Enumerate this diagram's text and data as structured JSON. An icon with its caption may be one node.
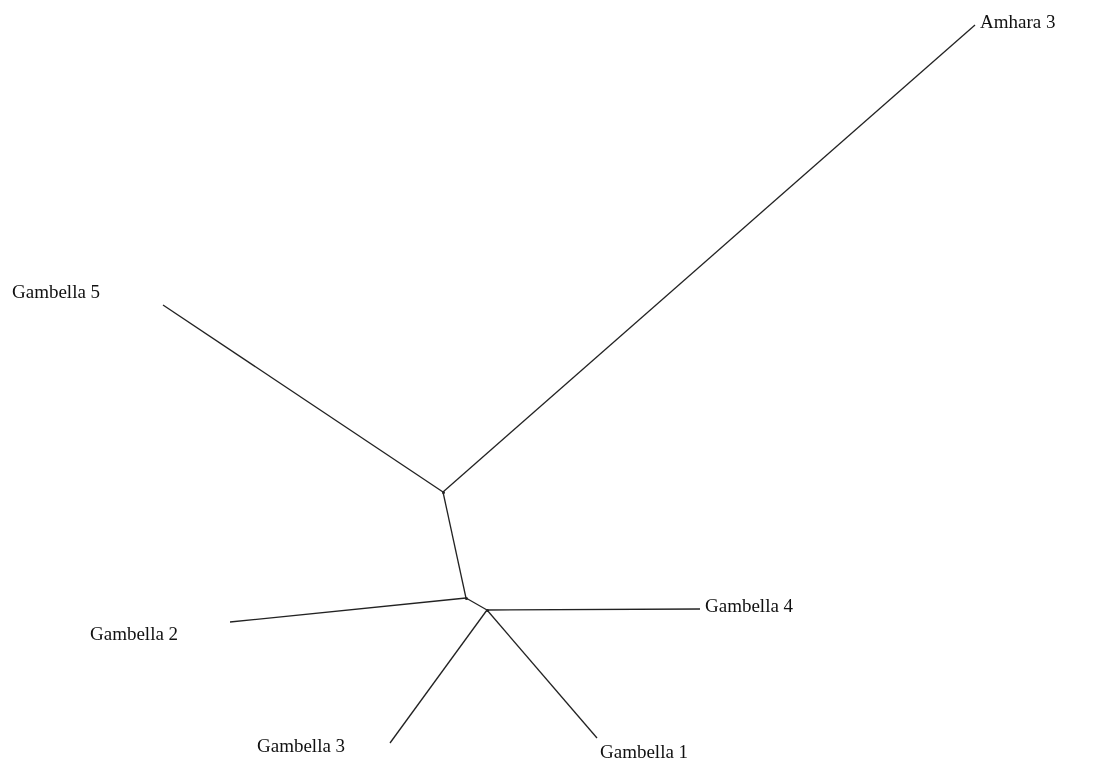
{
  "diagram": {
    "nodes": [
      {
        "text": [
          "Amhara 3"
        ]
      },
      {
        "text": [
          "Gambella 5"
        ]
      },
      {
        "text": [
          "Gambella 2"
        ]
      },
      {
        "text": [
          "Gambella 4"
        ]
      },
      {
        "text": [
          "Gambella 3"
        ]
      },
      {
        "text": [
          "Gambella 1"
        ]
      },
      {
        "text": [],
        "shape": "dot"
      },
      {
        "text": [],
        "shape": "dot"
      },
      {
        "text": [],
        "shape": "dot"
      }
    ],
    "edges": [
      {
        "from": 6,
        "to": 0,
        "arrow": "none"
      },
      {
        "from": 6,
        "to": 1,
        "arrow": "none"
      },
      {
        "from": 6,
        "to": 7,
        "arrow": "none"
      },
      {
        "from": 7,
        "to": 2,
        "arrow": "none"
      },
      {
        "from": 7,
        "to": 8,
        "arrow": "none"
      },
      {
        "from": 8,
        "to": 3,
        "arrow": "none"
      },
      {
        "from": 8,
        "to": 4,
        "arrow": "none"
      },
      {
        "from": 8,
        "to": 5,
        "arrow": "none"
      }
    ]
  }
}
